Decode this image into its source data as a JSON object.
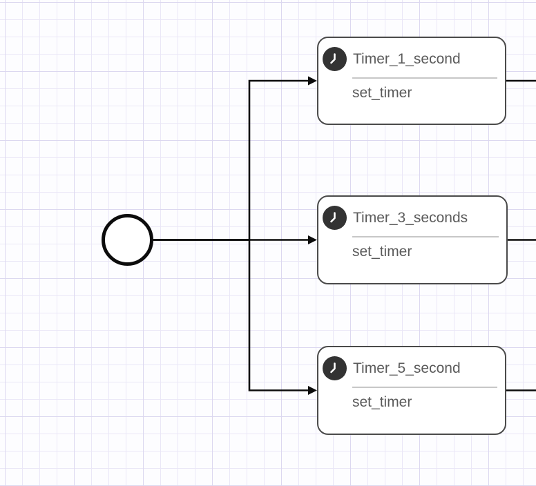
{
  "canvas": {
    "kind": "workflow-editor-canvas",
    "background_color": "#fdfdff",
    "grid_minor_color": "#eae7f7",
    "grid_major_color": "#dcd8f0"
  },
  "colors": {
    "edge": "#0c0c0c",
    "node_border": "#4a4a4a",
    "node_background": "#ffffff",
    "title_text": "#5b5b5b",
    "subtitle_text": "#5b5b5b",
    "divider": "#c7c7c7",
    "icon_background": "#333333",
    "icon_glyph": "#ffffff"
  },
  "start_event": {
    "name": "start-event",
    "shape": "circle"
  },
  "nodes": [
    {
      "id": "timer-1",
      "icon": "clock-icon",
      "title": "Timer_1_second",
      "subtitle": "set_timer"
    },
    {
      "id": "timer-3",
      "icon": "clock-icon",
      "title": "Timer_3_seconds",
      "subtitle": "set_timer"
    },
    {
      "id": "timer-5",
      "icon": "clock-icon",
      "title": "Timer_5_second",
      "subtitle": "set_timer"
    }
  ],
  "edges": [
    {
      "from": "start-event",
      "to": "Timer_1_second"
    },
    {
      "from": "start-event",
      "to": "Timer_3_seconds"
    },
    {
      "from": "start-event",
      "to": "Timer_5_second"
    },
    {
      "from": "Timer_1_second",
      "to": "offscreen-right"
    },
    {
      "from": "Timer_3_seconds",
      "to": "offscreen-right"
    },
    {
      "from": "Timer_5_second",
      "to": "offscreen-right"
    }
  ]
}
